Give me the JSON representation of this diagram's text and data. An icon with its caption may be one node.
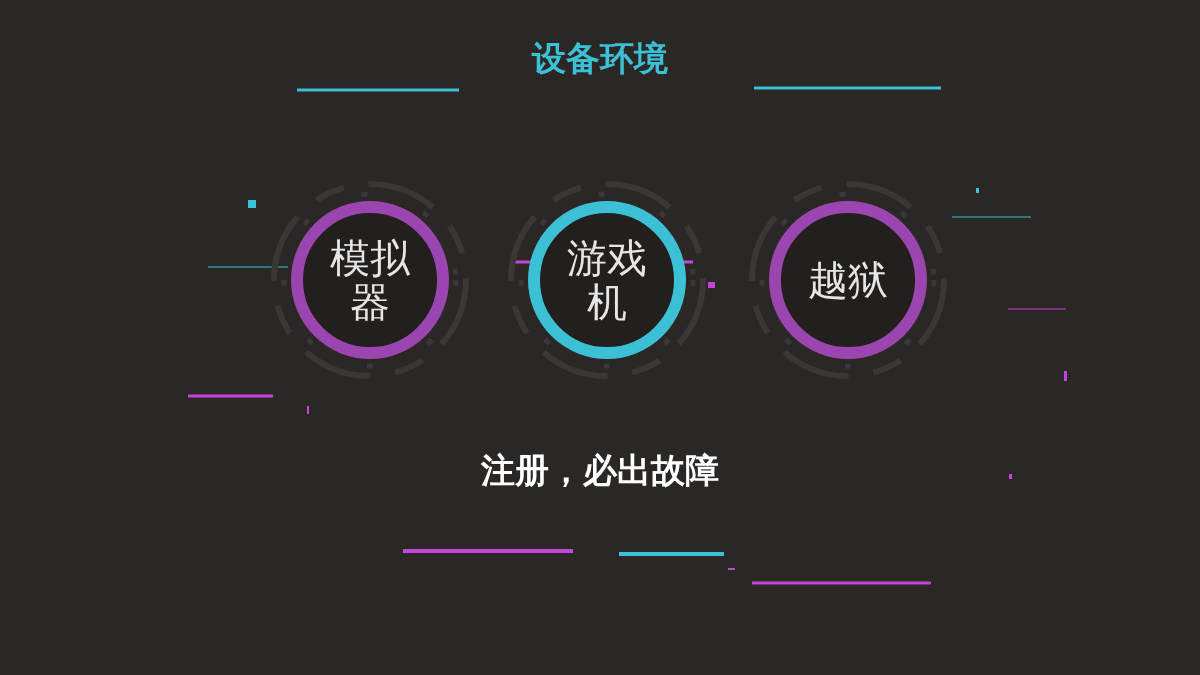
{
  "diagram": {
    "title": "设备环境",
    "nodes": [
      {
        "text": [
          "模拟器"
        ]
      },
      {
        "text": [
          "游戏机"
        ]
      },
      {
        "text": [
          "越狱"
        ]
      }
    ],
    "labels": [
      "注册，必出故障"
    ]
  }
}
